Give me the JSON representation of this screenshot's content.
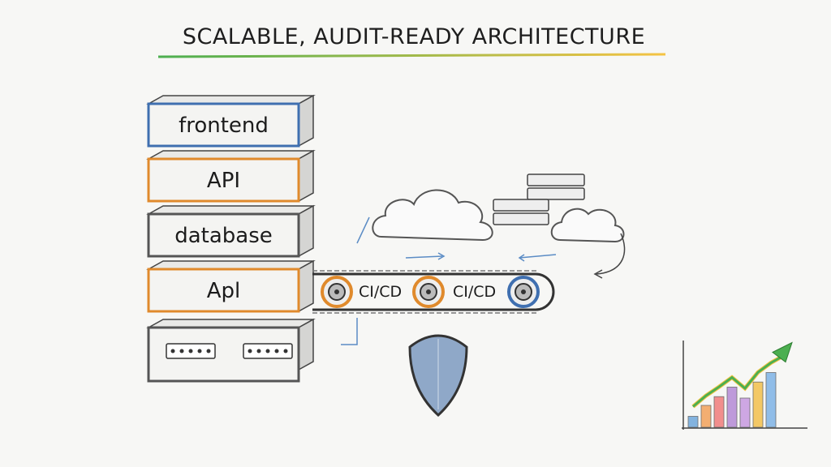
{
  "title": "SCALABLE, AUDIT-READY ARCHITECTURE",
  "stack": [
    {
      "label": "frontend",
      "color": "#3f6fb0"
    },
    {
      "label": "API",
      "color": "#e08a2c"
    },
    {
      "label": "database",
      "color": "#555555"
    },
    {
      "label": "Apl",
      "color": "#e08a2c"
    },
    {
      "label": "",
      "color": "#555555"
    }
  ],
  "pipeline": {
    "stages": [
      "CI/CD",
      "CI/CD"
    ],
    "roller_colors": [
      "#e08a2c",
      "#e08a2c",
      "#3f6fb0"
    ]
  },
  "growth_chart": {
    "bar_colors": [
      "#6fa8dc",
      "#f3a25b",
      "#f07c7c",
      "#b58ad6",
      "#c79ae0",
      "#f3c04c",
      "#7fb3e6"
    ],
    "values": [
      0.15,
      0.3,
      0.42,
      0.55,
      0.4,
      0.62,
      0.75,
      0.85
    ],
    "arrow_colors": [
      "#f5c343",
      "#4caf50"
    ]
  },
  "accent": {
    "underline_left": "#4caf50",
    "underline_right": "#f5c343",
    "shield": "#8fa8c8"
  }
}
